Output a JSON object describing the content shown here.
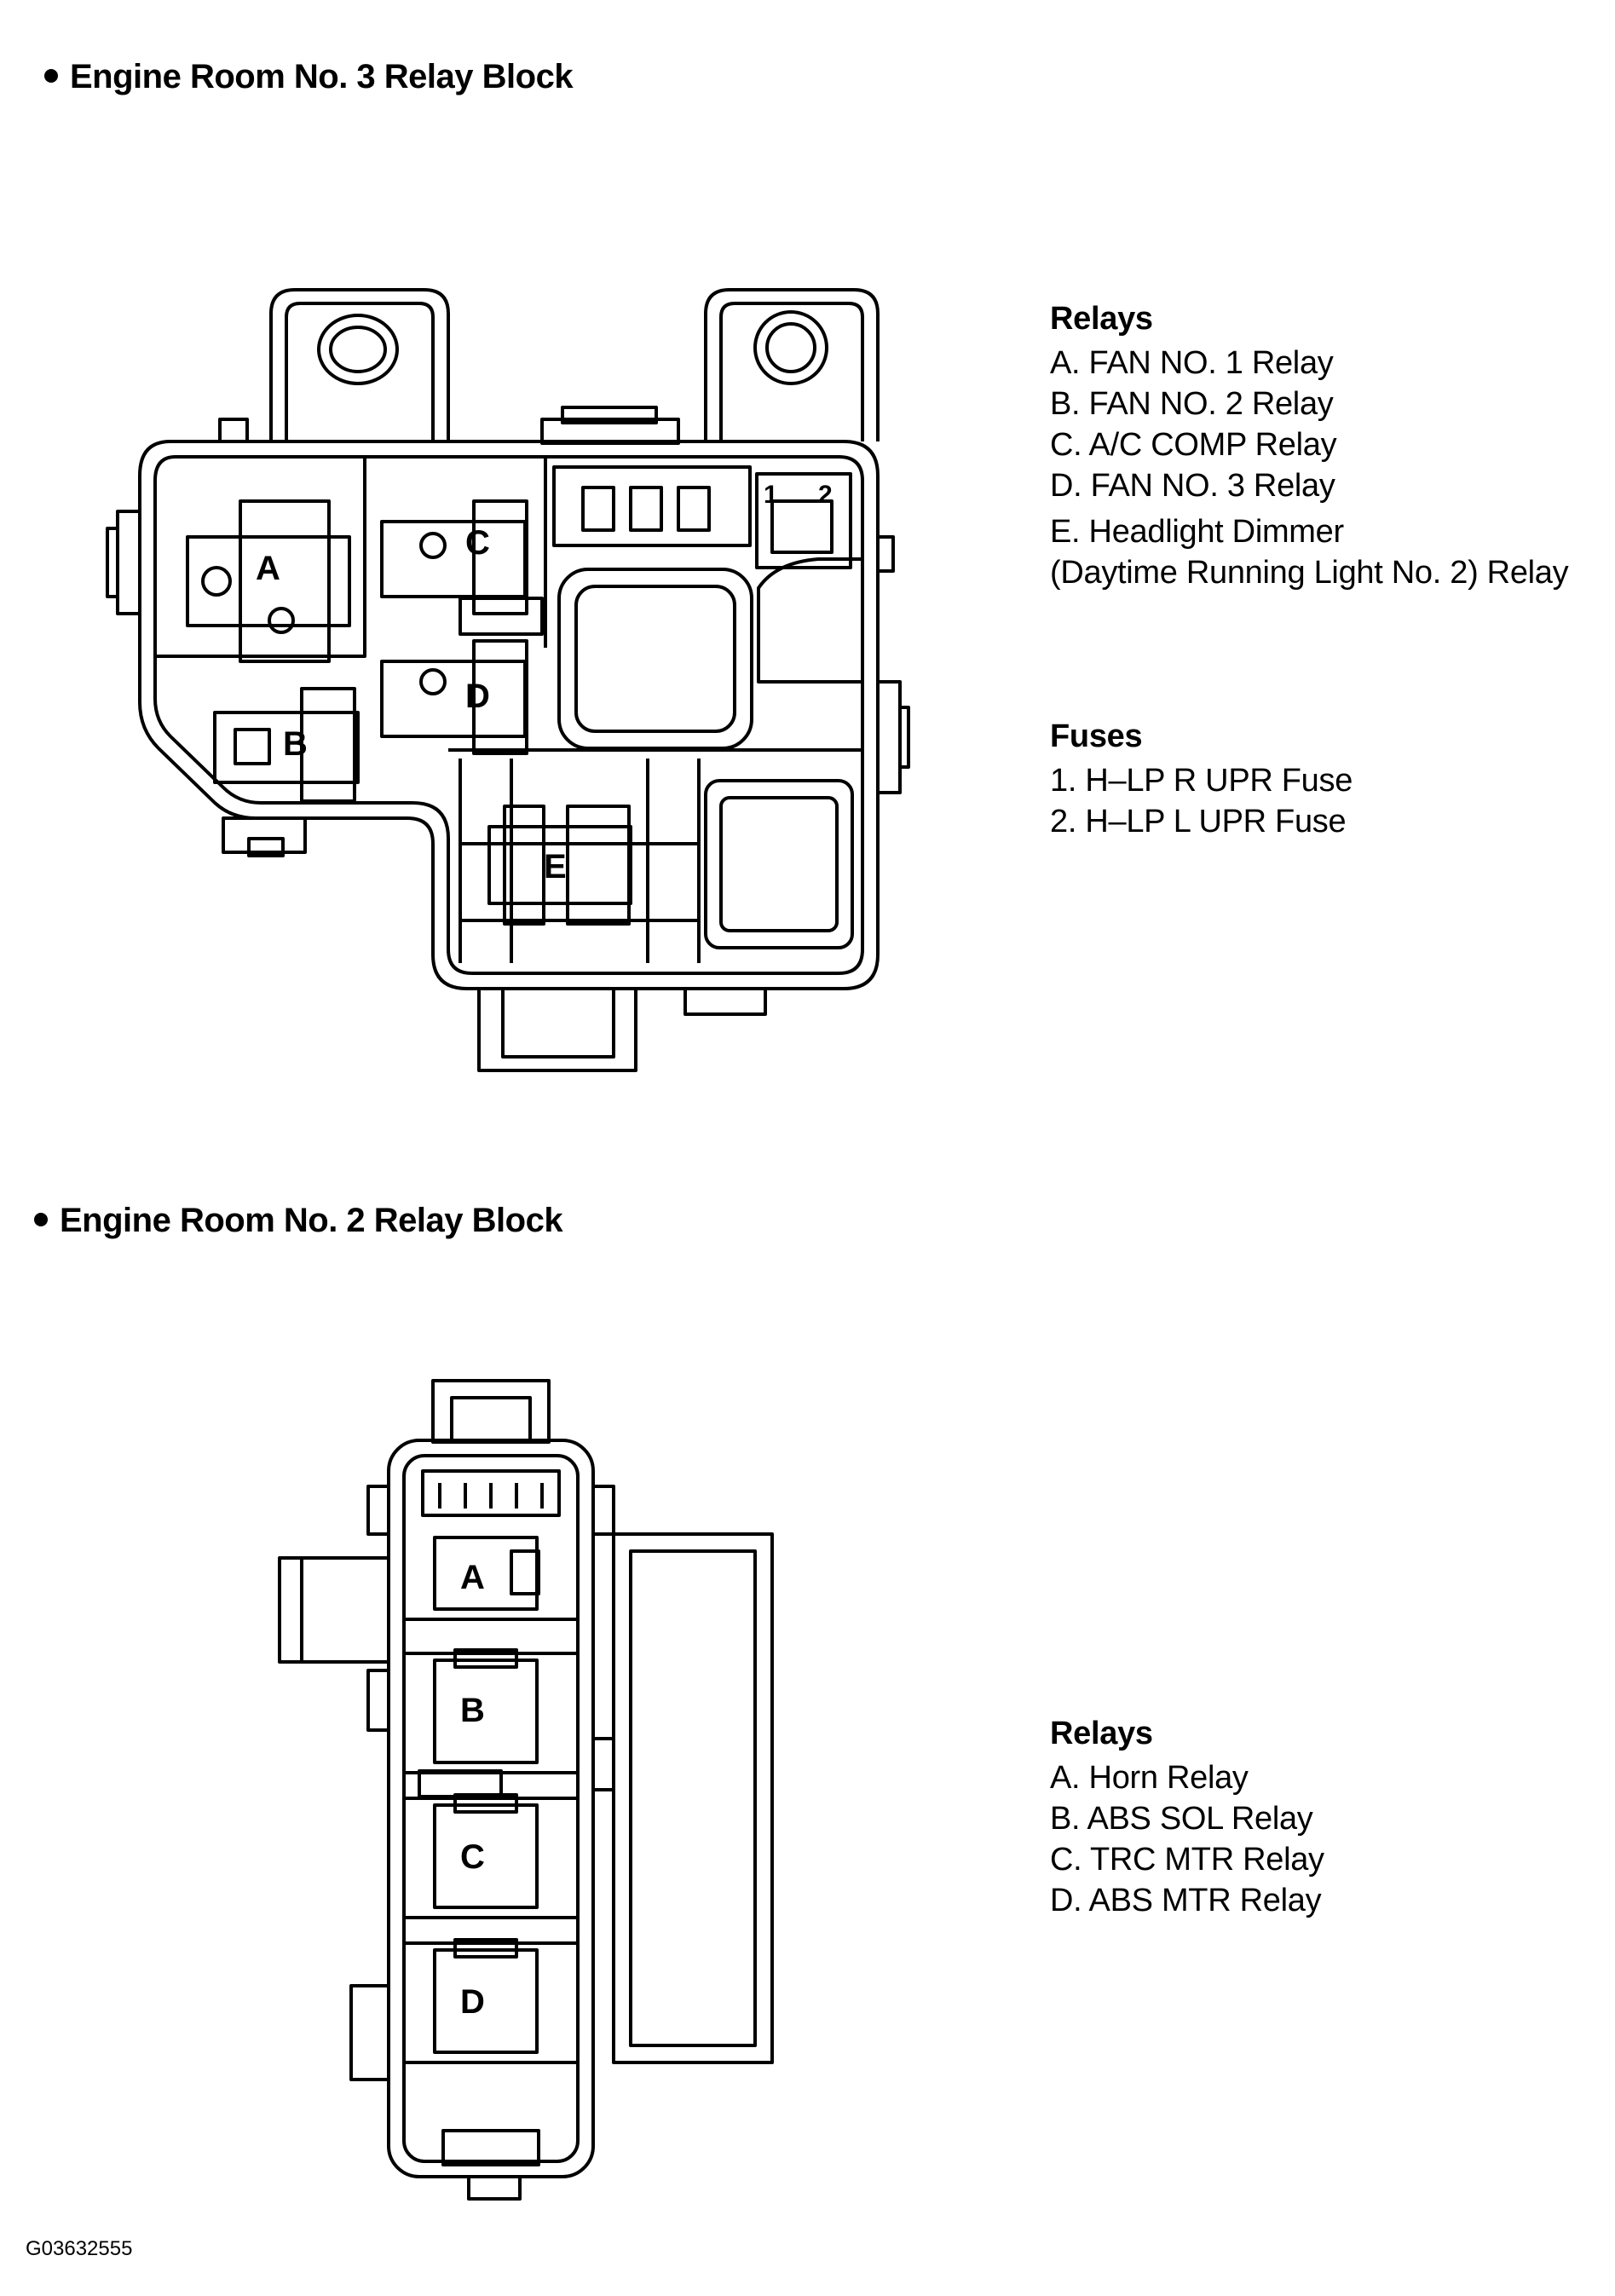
{
  "section1": {
    "title": "Engine Room No. 3 Relay Block",
    "relays_heading": "Relays",
    "relays": [
      "A. FAN NO. 1 Relay",
      "B. FAN NO. 2 Relay",
      "C. A/C COMP Relay",
      "D. FAN NO. 3 Relay",
      "E. Headlight Dimmer",
      "(Daytime Running Light No. 2) Relay"
    ],
    "fuses_heading": "Fuses",
    "fuses": [
      "1. H–LP R UPR Fuse",
      "2. H–LP L UPR Fuse"
    ],
    "diagram_labels": {
      "a": "A",
      "b": "B",
      "c": "C",
      "d": "D",
      "e": "E",
      "f1": "1",
      "f2": "2"
    }
  },
  "section2": {
    "title": "Engine Room No. 2 Relay Block",
    "relays_heading": "Relays",
    "relays": [
      "A. Horn Relay",
      "B. ABS SOL Relay",
      "C. TRC MTR Relay",
      "D. ABS MTR Relay"
    ],
    "diagram_labels": {
      "a": "A",
      "b": "B",
      "c": "C",
      "d": "D"
    }
  },
  "figure_code": "G03632555"
}
